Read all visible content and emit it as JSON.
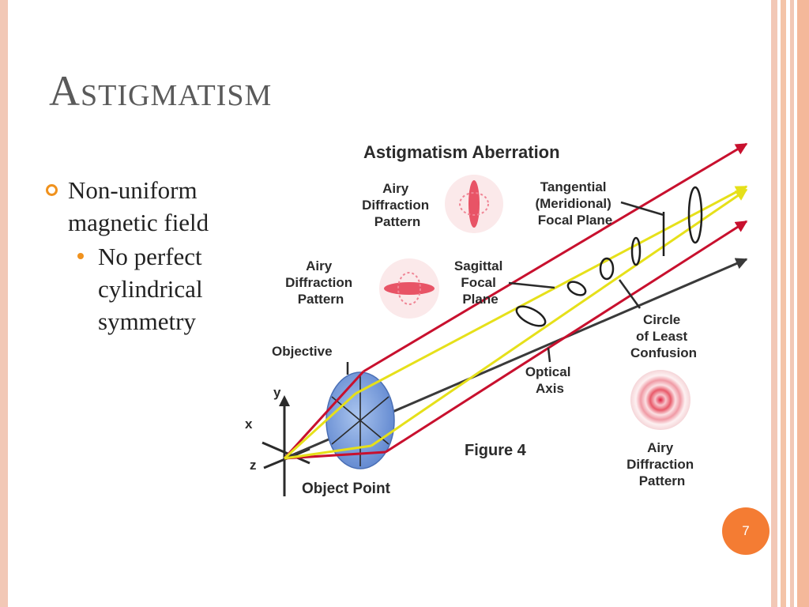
{
  "slide": {
    "title": "Astigmatism",
    "bullets": [
      {
        "text": "Non-uniform magnetic field",
        "sub": [
          "No perfect cylindrical symmetry"
        ]
      }
    ],
    "page_number": "7"
  },
  "diagram": {
    "heading": "Astigmatism Aberration",
    "labels": {
      "airy_top": [
        "Airy",
        "Diffraction",
        "Pattern"
      ],
      "airy_mid": [
        "Airy",
        "Diffraction",
        "Pattern"
      ],
      "airy_bottom": [
        "Airy",
        "Diffraction",
        "Pattern"
      ],
      "tangential": [
        "Tangential",
        "(Meridional)",
        "Focal Plane"
      ],
      "sagittal": [
        "Sagittal",
        "Focal",
        "Plane"
      ],
      "circle": [
        "Circle",
        "of Least",
        "Confusion"
      ],
      "objective": "Objective",
      "optical_axis": [
        "Optical",
        "Axis"
      ],
      "figure": "Figure 4",
      "object_point": "Object Point",
      "axis_y": "y",
      "axis_x": "x",
      "axis_z": "z"
    }
  },
  "colors": {
    "frame": "#f2c8b6",
    "accent": "#f47c33",
    "bullet": "#f0921e",
    "ray_red": "#c8102e",
    "ray_yellow": "#e6e01a",
    "axis": "#3a3a3a",
    "lens": "#7a9fd8"
  }
}
